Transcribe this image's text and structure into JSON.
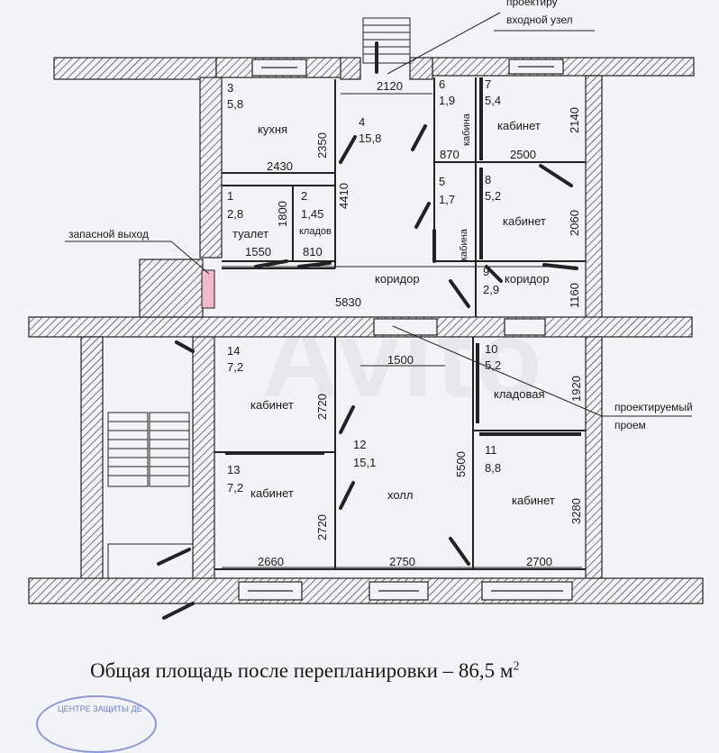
{
  "header_fragment": "проектируемый\nвходной узел",
  "notes": {
    "entrance_line1": "проектиру",
    "entrance_line2": "входной узел",
    "emergency_exit": "запасной выход",
    "opening_line1": "проектируемый",
    "opening_line2": "проем"
  },
  "rooms": [
    {
      "num": "3",
      "area": "5,8",
      "name": "кухня"
    },
    {
      "num": "4",
      "area": "15,8",
      "name": ""
    },
    {
      "num": "6",
      "area": "1,9",
      "name": "кабина"
    },
    {
      "num": "7",
      "area": "5,4",
      "name": "кабинет"
    },
    {
      "num": "1",
      "area": "2,8",
      "name": "туалет"
    },
    {
      "num": "2",
      "area": "1,45",
      "name": "кладов"
    },
    {
      "num": "5",
      "area": "1,7",
      "name": "кабина"
    },
    {
      "num": "8",
      "area": "5,2",
      "name": "кабинет"
    },
    {
      "num": "9",
      "area": "2,9",
      "name": "коридор"
    },
    {
      "num": "",
      "area": "",
      "name": "коридор"
    },
    {
      "num": "14",
      "area": "7,2",
      "name": "кабинет"
    },
    {
      "num": "13",
      "area": "7,2",
      "name": "кабинет"
    },
    {
      "num": "12",
      "area": "15,1",
      "name": "холл"
    },
    {
      "num": "10",
      "area": "5,2",
      "name": "кладовая"
    },
    {
      "num": "11",
      "area": "8,8",
      "name": "кабинет"
    }
  ],
  "dimensions": {
    "d2120": "2120",
    "d2350": "2350",
    "d2430": "2430",
    "d4410": "4410",
    "d870": "870",
    "d2500": "2500",
    "d2140": "2140",
    "d1800": "1800",
    "d1550": "1550",
    "d810": "810",
    "d2060": "2060",
    "d1160": "1160",
    "d5830": "5830",
    "d1500": "1500",
    "d2720a": "2720",
    "d2720b": "2720",
    "d5500": "5500",
    "d1920": "1920",
    "d3280": "3280",
    "d2660": "2660",
    "d2750": "2750",
    "d2700": "2700"
  },
  "caption": {
    "text": "Общая площадь после перепланировки – 86,5 м",
    "sup": "2"
  },
  "watermark": "Avito",
  "stamp": "ЦЕНТРЕ ЗАЩИТЫ ДЕ"
}
